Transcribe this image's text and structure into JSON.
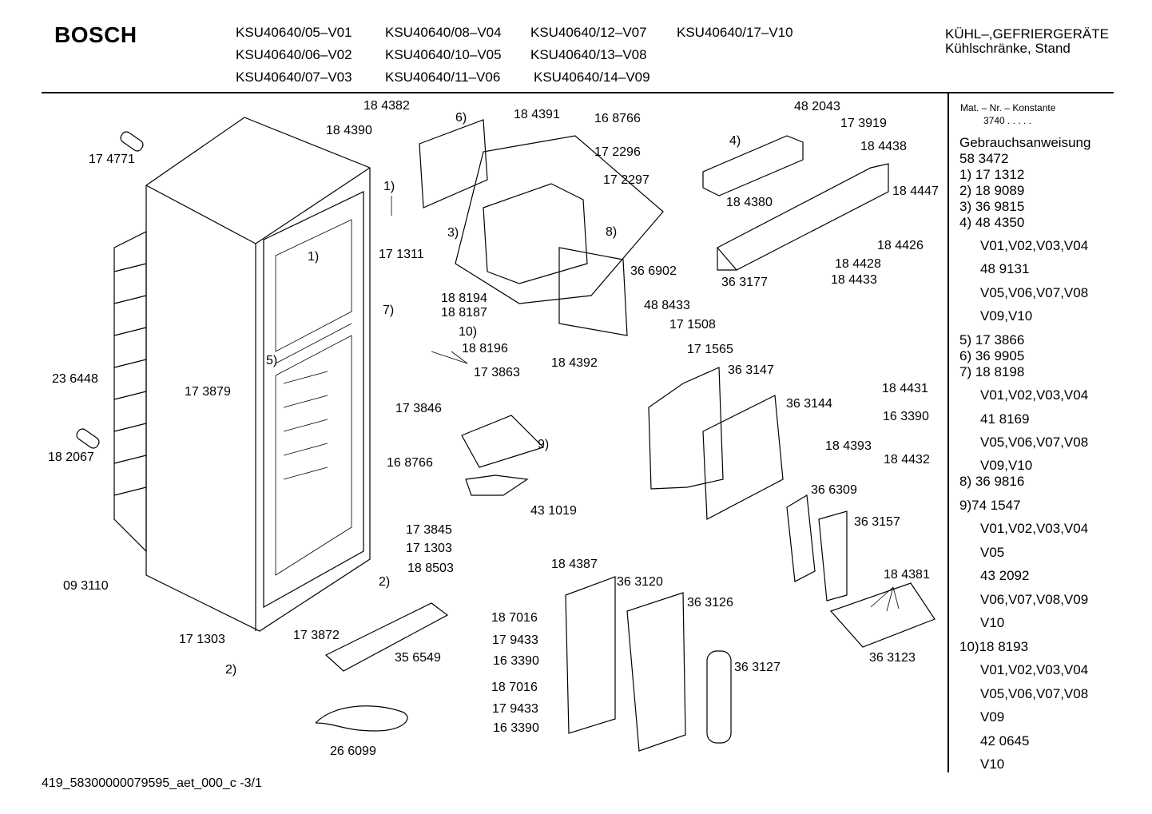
{
  "brand": "BOSCH",
  "models": [
    "KSU40640/05–V01",
    "KSU40640/08–V04",
    "KSU40640/12–V07",
    "KSU40640/17–V10",
    "KSU40640/06–V02",
    "KSU40640/10–V05",
    "KSU40640/13–V08",
    "KSU40640/07–V03",
    "KSU40640/11–V06",
    "KSU40640/14–V09"
  ],
  "category": {
    "line1": "KÜHL–,GEFRIERGERÄTE",
    "line2": "Kühlschränke, Stand"
  },
  "sidebar": {
    "header": "Mat. – Nr. – Konstante",
    "header_value": "3740  .   .   .   .   .",
    "items": [
      "Gebrauchsanweisung",
      "58 3472",
      "1)  17 1312",
      "2)  18 9089",
      "3)  36 9815",
      "4)  48 4350",
      "V01,V02,V03,V04",
      "48 9131",
      "V05,V06,V07,V08",
      "V09,V10",
      "5)  17 3866",
      "6)  36 9905",
      "7)  18 8198",
      "V01,V02,V03,V04",
      "41 8169",
      "V05,V06,V07,V08",
      "V09,V10",
      "8)  36 9816",
      "9)74 1547",
      "V01,V02,V03,V04",
      "V05",
      "43 2092",
      "V06,V07,V08,V09",
      "V10",
      "10)18 8193",
      "V01,V02,V03,V04",
      "V05,V06,V07,V08",
      "V09",
      "42 0645",
      "V10"
    ]
  },
  "labels": [
    "18 4382",
    "6)",
    "18 4390",
    "18 4391",
    "16 8766",
    "17 2296",
    "17 2297",
    "3)",
    "8)",
    "17 4771",
    "1)",
    "17 1311",
    "1)",
    "36 6902",
    "48 2043",
    "17 3919",
    "4)",
    "18 4438",
    "18 4447",
    "18 4380",
    "18 4426",
    "18 4428",
    "18 4433",
    "36 3177",
    "7)",
    "18 8194",
    "18 8187",
    "10)",
    "18 8196",
    "17 3863",
    "17 3879",
    "5)",
    "23 6448",
    "17 3846",
    "48 8433",
    "17 1508",
    "18 4392",
    "17 1565",
    "36 3147",
    "36 3144",
    "18 4431",
    "16 3390",
    "18 4432",
    "18 4393",
    "18 2067",
    "9)",
    "16 8766",
    "43 1019",
    "36 6309",
    "36 3157",
    "17 3845",
    "17 1303",
    "18 8503",
    "2)",
    "09 3110",
    "18 4387",
    "36 3120",
    "36 3126",
    "18 4381",
    "18 7016",
    "17 9433",
    "16 3390",
    "36 3127",
    "36 3123",
    "17 1303",
    "17 3872",
    "35 6549",
    "2)",
    "18 7016",
    "17 9433",
    "16 3390",
    "26 6099"
  ],
  "footer": {
    "code": "419_58300000079595_aet_000_c",
    "page": "-3/1"
  }
}
